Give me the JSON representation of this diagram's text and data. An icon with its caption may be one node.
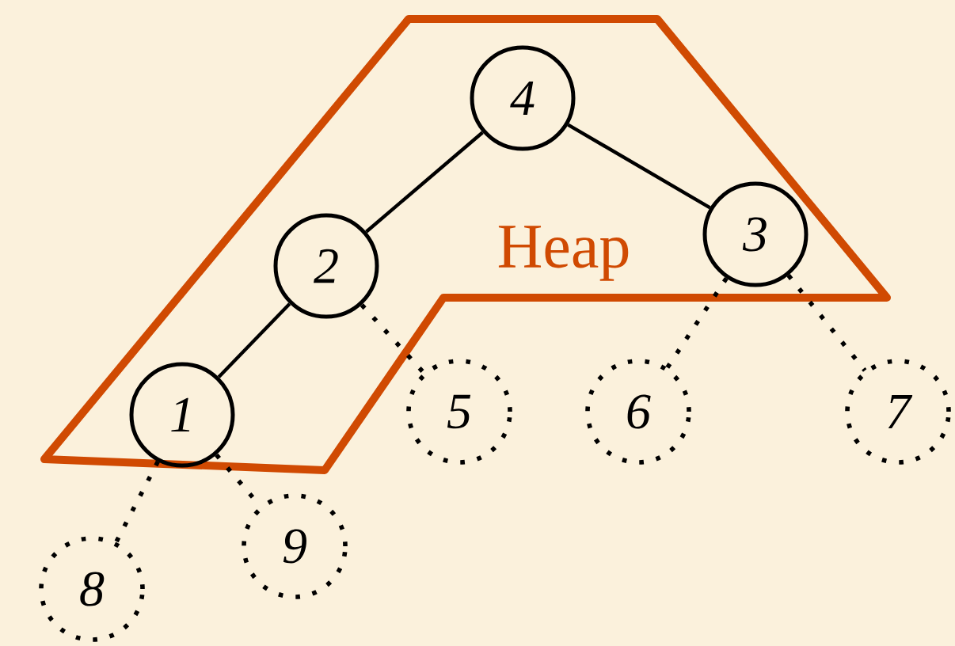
{
  "diagram": {
    "nodes": [
      {
        "text": [
          "Heap"
        ]
      },
      {
        "text": [
          "4"
        ],
        "in": 0
      },
      {
        "text": [
          "2"
        ],
        "in": 0
      },
      {
        "text": [
          "3"
        ],
        "in": 0
      },
      {
        "text": [
          "1"
        ],
        "in": 0
      },
      {
        "text": [
          "5"
        ]
      },
      {
        "text": [
          "6"
        ]
      },
      {
        "text": [
          "7"
        ]
      },
      {
        "text": [
          "8"
        ]
      },
      {
        "text": [
          "9"
        ]
      }
    ],
    "edges": [
      {
        "from": 1,
        "to": 2,
        "arrow": "none"
      },
      {
        "from": 1,
        "to": 3,
        "arrow": "none"
      },
      {
        "from": 2,
        "to": 4,
        "arrow": "none"
      },
      {
        "from": 2,
        "to": 5,
        "arrow": "none",
        "style": "dashed"
      },
      {
        "from": 3,
        "to": 6,
        "arrow": "none",
        "style": "dashed"
      },
      {
        "from": 3,
        "to": 7,
        "arrow": "none",
        "style": "dashed"
      },
      {
        "from": 4,
        "to": 8,
        "arrow": "none",
        "style": "dashed"
      },
      {
        "from": 4,
        "to": 9,
        "arrow": "none",
        "style": "dashed"
      }
    ]
  }
}
